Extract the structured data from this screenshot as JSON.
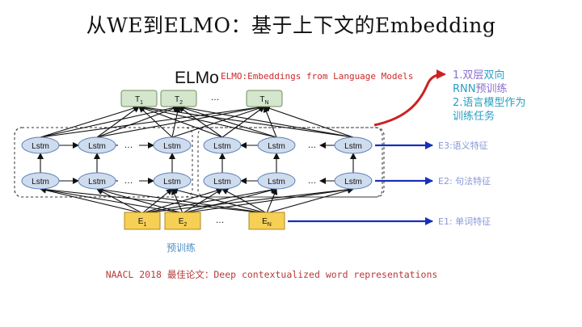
{
  "slide": {
    "title": "从WE到ELMO：基于上下文的Embedding",
    "model_name": "ELMo",
    "model_fullname": "ELMO:Embeddings from Language Models",
    "pretrain_label": "预训练",
    "citation": "NAACL 2018 最佳论文：Deep contextualized word representations"
  },
  "notes": {
    "line1_prefix": "1.双层",
    "line1_suffix": "双向",
    "line2_prefix": "RNN",
    "line2_suffix": "预训练",
    "line3": "2.语言模型作为",
    "line4": "训练任务"
  },
  "outputs": {
    "t1": "T1",
    "t2": "T2",
    "tn": "TN",
    "ellipsis": "…"
  },
  "inputs": {
    "e1": "E1",
    "e2": "E2",
    "en": "EN",
    "ellipsis": "…"
  },
  "lstm": {
    "label": "Lstm",
    "ellipsis": "…"
  },
  "features": {
    "e3": "E3:语义特征",
    "e2": "E2: 句法特征",
    "e1": "E1: 单词特征"
  },
  "colors": {
    "lstm_fill": "#cfdcee",
    "lstm_stroke": "#5a7fb5",
    "output_fill": "#d4e6cc",
    "output_stroke": "#6f8f62",
    "input_fill": "#f6cf55",
    "input_stroke": "#b08a1f",
    "feature_arrow": "#1730b8",
    "feature_text": "#8a97d6",
    "curve_arrow": "#cc2222",
    "note_purple": "#8a6fd0",
    "note_cyan": "#2a9fc2",
    "citation_red": "#b83a3a",
    "model_fullname_red": "#cc2a2a"
  }
}
